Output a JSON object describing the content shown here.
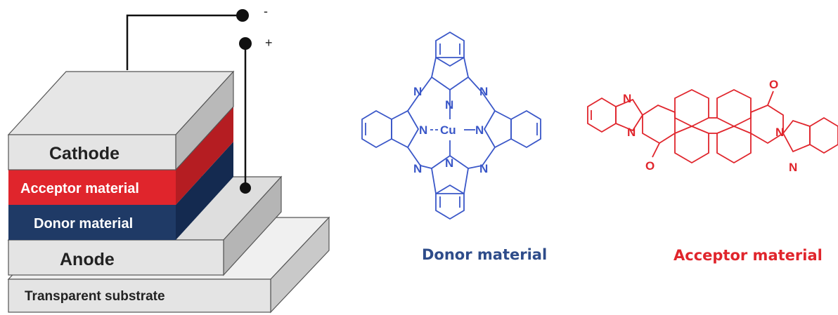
{
  "device": {
    "layers": {
      "cathode": "Cathode",
      "acceptor": "Acceptor material",
      "donor": "Donor material",
      "anode": "Anode",
      "substrate": "Transparent substrate"
    },
    "terminals": {
      "negative": "-",
      "positive": "+"
    }
  },
  "donor_molecule": {
    "atoms": {
      "nitrogen": "N",
      "copper": "Cu"
    },
    "caption": "Donor material"
  },
  "acceptor_molecule": {
    "atoms": {
      "nitrogen": "N",
      "oxygen": "O"
    },
    "caption": "Acceptor material"
  },
  "colors": {
    "donor_layer": "#1f3a66",
    "acceptor_layer": "#e0252c",
    "donor_structure": "#3a57c8",
    "acceptor_structure": "#e0252c",
    "donor_caption": "#2e4c8a",
    "acceptor_caption": "#e0252c",
    "gray_layer": "#e2e2e2",
    "gray_side": "#b9b9b9"
  }
}
